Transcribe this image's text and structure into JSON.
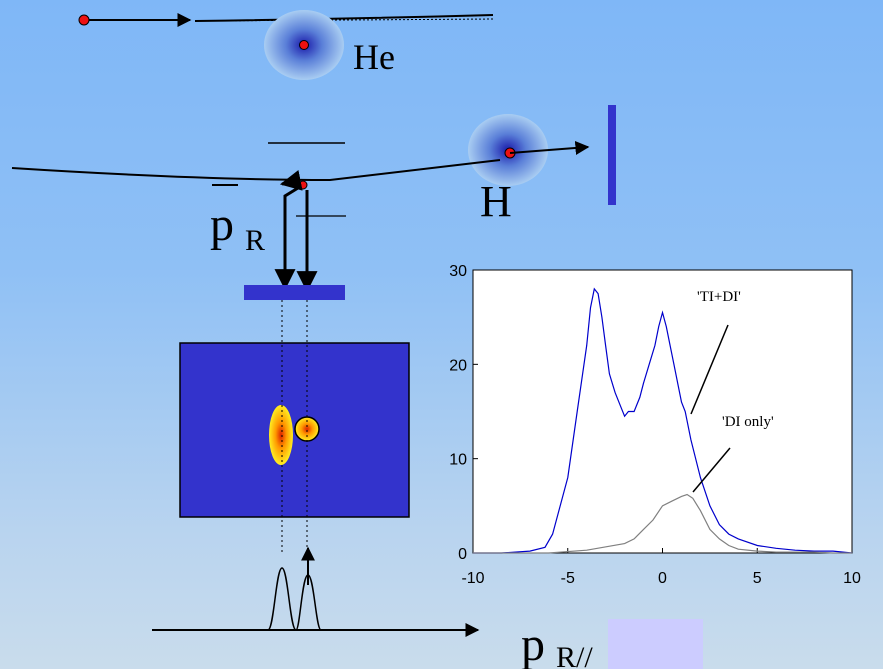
{
  "labels": {
    "atom1": "He",
    "atom2": "H",
    "p_main": "p",
    "p_sub_perp": "R",
    "p_sub_par": "R//"
  },
  "colors": {
    "background_top": "#7fb7f7",
    "background_bottom": "#c9dcec",
    "detector_face": "#3333cc",
    "bar": "#3333cc",
    "curve_ti_di": "#0000cc",
    "curve_di_only": "#808080",
    "electron": "#ee1111",
    "swatch": "#ccccff"
  },
  "chart_data": {
    "type": "line",
    "xlim": [
      -10,
      10
    ],
    "ylim": [
      0,
      30
    ],
    "x_ticks": [
      "-10",
      "-5",
      "0",
      "5",
      "10"
    ],
    "y_ticks": [
      "0",
      "10",
      "20",
      "30"
    ],
    "annotations": [
      "'TI+DI'",
      "'DI only'"
    ],
    "series": [
      {
        "name": "'TI+DI'",
        "x": [
          -10,
          -8.5,
          -7,
          -6.2,
          -5.8,
          -5,
          -4.5,
          -4,
          -3.8,
          -3.6,
          -3.4,
          -3.2,
          -3,
          -2.8,
          -2.5,
          -2.2,
          -2,
          -1.8,
          -1.5,
          -1.2,
          -1,
          -0.7,
          -0.4,
          -0.2,
          0,
          0.2,
          0.4,
          0.6,
          0.8,
          1,
          1.2,
          1.5,
          2,
          2.5,
          3,
          3.5,
          4,
          5,
          6,
          7,
          8,
          9,
          10
        ],
        "values": [
          0,
          0,
          0.2,
          0.6,
          2,
          8,
          15,
          22,
          26,
          28,
          27.5,
          25,
          22,
          19,
          17,
          15.5,
          14.5,
          15,
          15,
          16.5,
          18,
          20,
          22,
          24,
          25.5,
          24,
          22,
          20,
          18,
          16,
          15,
          12,
          8,
          5,
          3,
          2,
          1.5,
          0.8,
          0.5,
          0.3,
          0.2,
          0.2,
          0
        ]
      },
      {
        "name": "'DI only'",
        "x": [
          -10,
          -6,
          -4,
          -2,
          -1.5,
          -1,
          -0.5,
          0,
          0.5,
          1,
          1.3,
          1.6,
          2,
          2.5,
          3,
          3.5,
          4,
          5,
          6,
          7,
          8,
          9,
          10
        ],
        "values": [
          0,
          0,
          0.3,
          1,
          1.5,
          2.5,
          3.5,
          5,
          5.5,
          6,
          6.2,
          5.8,
          4.5,
          2.5,
          1.5,
          0.8,
          0.4,
          0.2,
          0.1,
          0.1,
          0.1,
          0,
          0
        ]
      }
    ]
  }
}
